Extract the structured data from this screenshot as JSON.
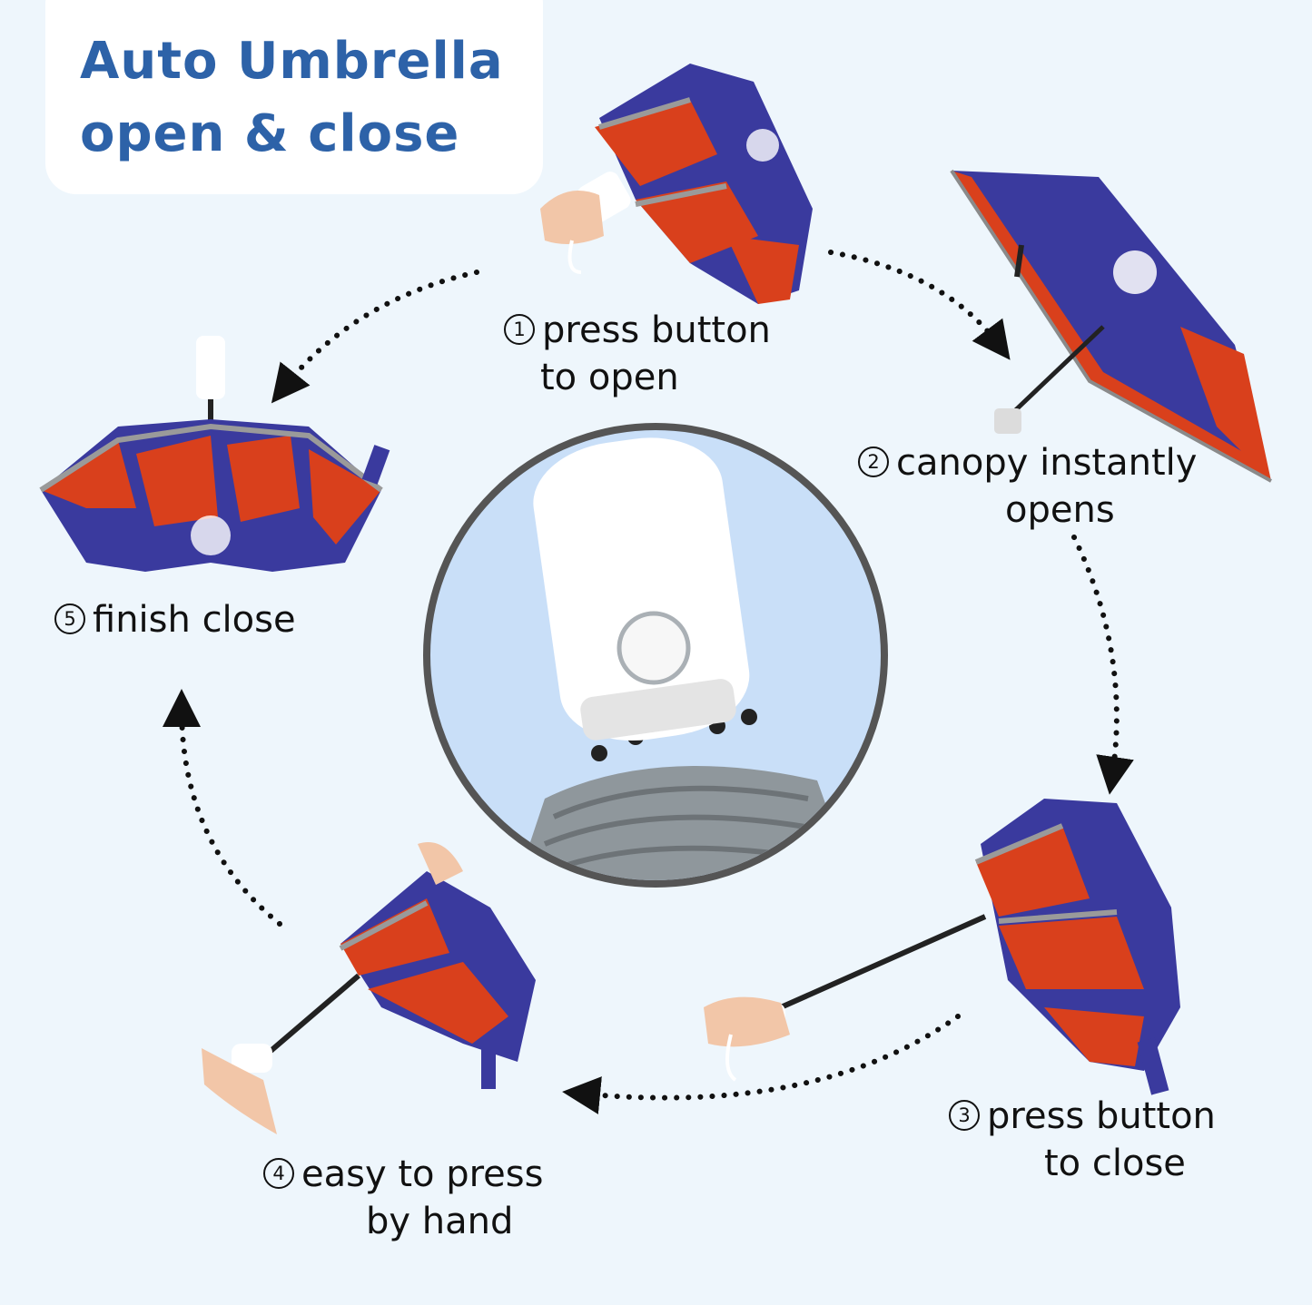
{
  "title": {
    "line1": "Auto Umbrella",
    "line2": "open & close",
    "color": "#2d62a8"
  },
  "steps": [
    {
      "number": "1",
      "line1": "press button",
      "line2": "to open"
    },
    {
      "number": "2",
      "line1": "canopy instantly",
      "line2": "opens"
    },
    {
      "number": "3",
      "line1": "press button",
      "line2": "to close"
    },
    {
      "number": "4",
      "line1": "easy to press",
      "line2": "by hand"
    },
    {
      "number": "5",
      "line1": "finish close",
      "line2": ""
    }
  ],
  "colors": {
    "background": "#eef6fc",
    "canopy_red": "#d9401c",
    "canopy_blue": "#3a3a9e",
    "canopy_edge": "#9a9a9a",
    "handle": "#ffffff",
    "closeup_bg": "#c9dff8",
    "closeup_ring": "#5a5a5a"
  },
  "icons": [
    "hand-icon",
    "umbrella-icon",
    "dotted-arrow-icon",
    "astronaut-icon"
  ]
}
